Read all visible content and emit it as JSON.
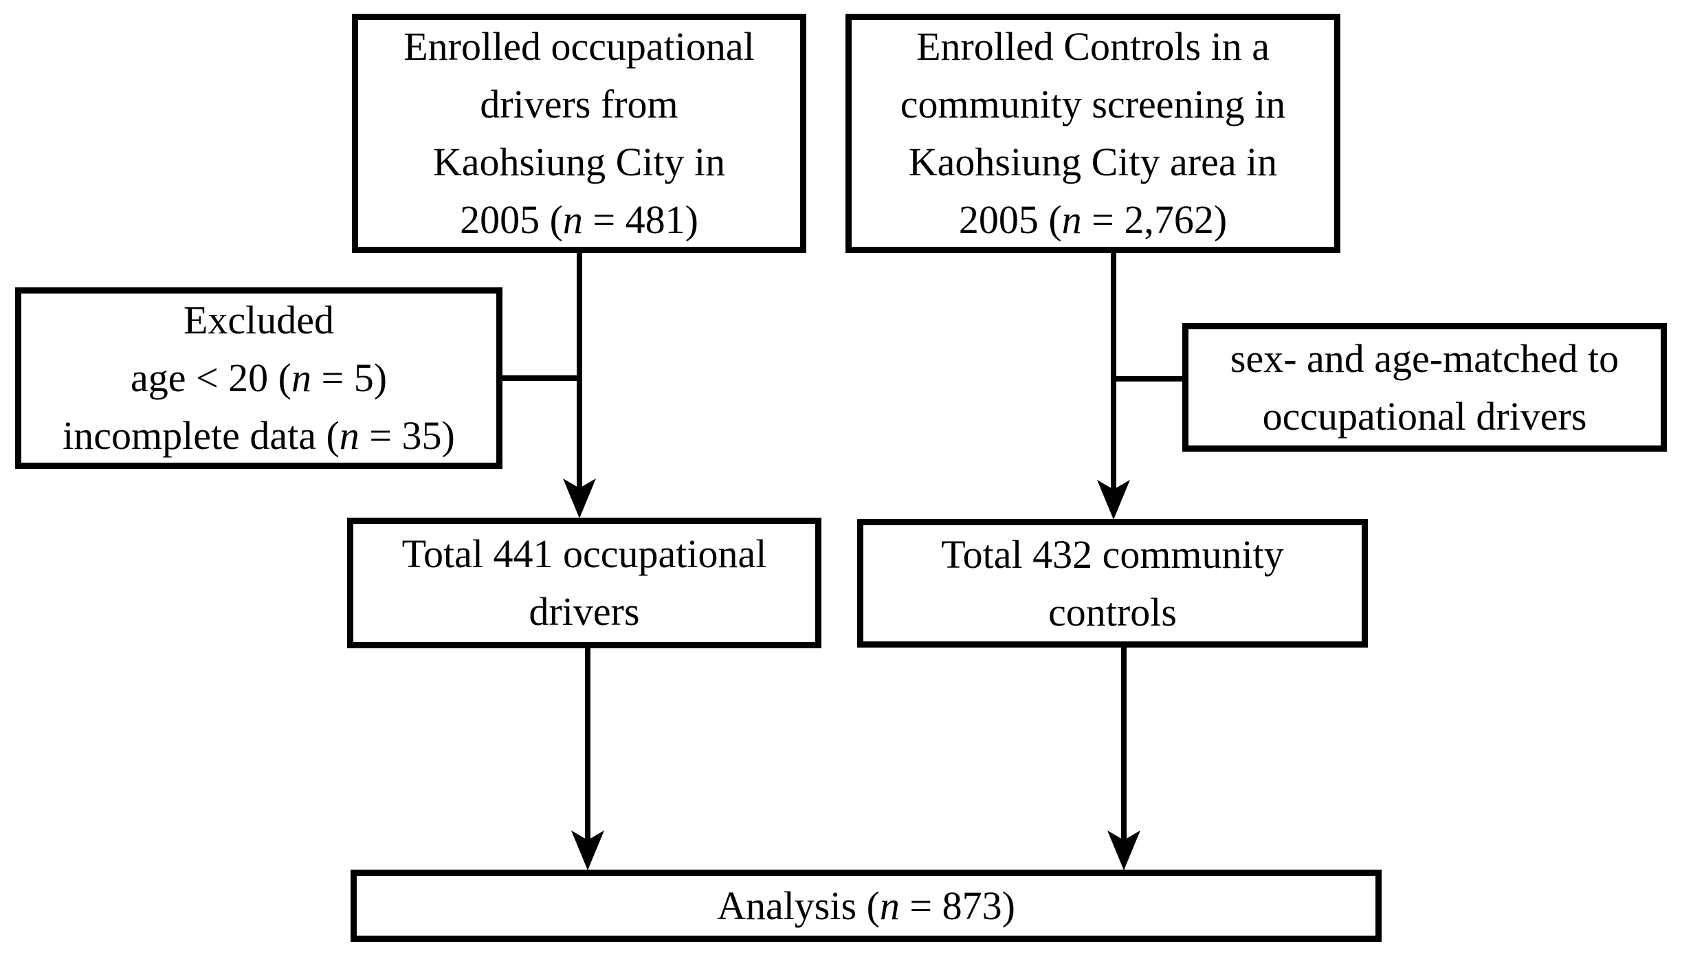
{
  "figure": {
    "type": "flowchart",
    "background_color": "#ffffff",
    "line_color": "#000000",
    "text_color": "#000000",
    "boxes": {
      "enrolled_drivers": {
        "lines": [
          [
            {
              "t": "Enrolled occupational"
            }
          ],
          [
            {
              "t": "drivers from"
            }
          ],
          [
            {
              "t": "Kaohsiung City in"
            }
          ],
          [
            {
              "t": "2005 ("
            },
            {
              "t": "n",
              "i": true
            },
            {
              "t": " = 481)"
            }
          ]
        ]
      },
      "enrolled_controls": {
        "lines": [
          [
            {
              "t": "Enrolled Controls in a"
            }
          ],
          [
            {
              "t": "community screening in"
            }
          ],
          [
            {
              "t": "Kaohsiung City area in"
            }
          ],
          [
            {
              "t": "2005 ("
            },
            {
              "t": "n",
              "i": true
            },
            {
              "t": " = 2,762)"
            }
          ]
        ]
      },
      "excluded": {
        "lines": [
          [
            {
              "t": "Excluded"
            }
          ],
          [
            {
              "t": "age < 20 ("
            },
            {
              "t": "n",
              "i": true
            },
            {
              "t": " = 5)"
            }
          ],
          [
            {
              "t": "incomplete data ("
            },
            {
              "t": "n",
              "i": true
            },
            {
              "t": " = 35)"
            }
          ]
        ]
      },
      "matched": {
        "lines": [
          [
            {
              "t": "sex- and age-matched to"
            }
          ],
          [
            {
              "t": "occupational drivers"
            }
          ]
        ]
      },
      "total_drivers": {
        "lines": [
          [
            {
              "t": "Total 441 occupational"
            }
          ],
          [
            {
              "t": "drivers"
            }
          ]
        ]
      },
      "total_controls": {
        "lines": [
          [
            {
              "t": "Total 432 community"
            }
          ],
          [
            {
              "t": "controls"
            }
          ]
        ]
      },
      "analysis": {
        "lines": [
          [
            {
              "t": "Analysis ("
            },
            {
              "t": "n",
              "i": true
            },
            {
              "t": " = 873)"
            }
          ]
        ]
      }
    }
  }
}
